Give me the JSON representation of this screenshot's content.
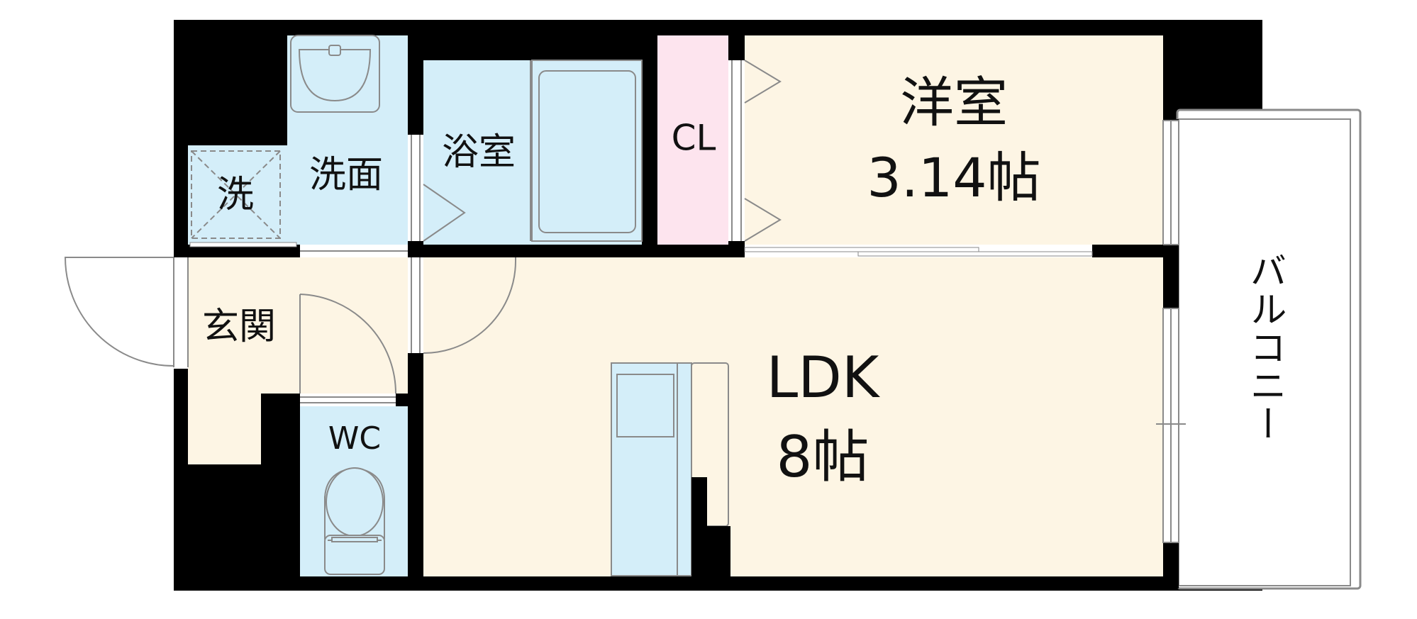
{
  "rooms": {
    "western": {
      "name": "洋室",
      "size": "3.14帖"
    },
    "ldk": {
      "name": "LDK",
      "size": "8帖"
    },
    "bath": "浴室",
    "washroom": "洗面",
    "laundry": "洗",
    "closet": "CL",
    "entrance": "玄関",
    "toilet": "WC",
    "balcony": "バルコニー"
  },
  "colors": {
    "wall": "#000000",
    "floor": "#fdf5e4",
    "wet_area": "#d4eef9",
    "closet": "#fde4ee",
    "outline": "#8a8a8a"
  }
}
